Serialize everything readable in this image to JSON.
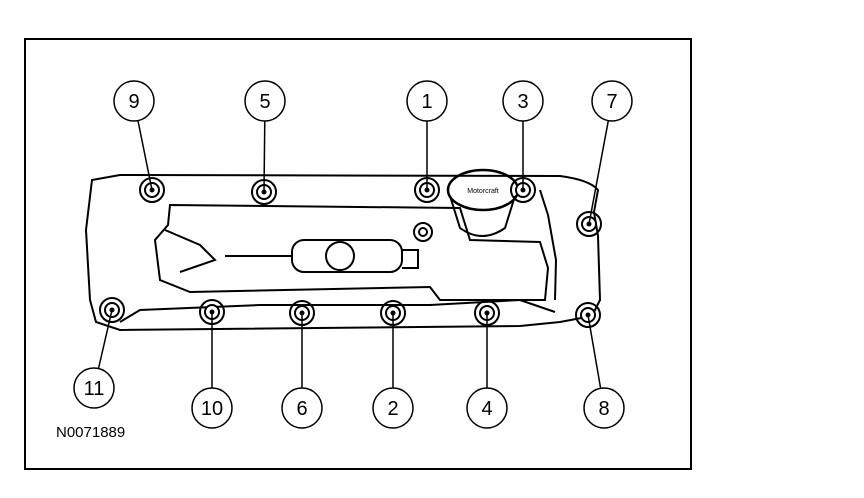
{
  "figure_id": "N0071889",
  "oil_cap_emblem": "Motorcraft",
  "bolts": [
    {
      "number": "1"
    },
    {
      "number": "2"
    },
    {
      "number": "3"
    },
    {
      "number": "4"
    },
    {
      "number": "5"
    },
    {
      "number": "6"
    },
    {
      "number": "7"
    },
    {
      "number": "8"
    },
    {
      "number": "9"
    },
    {
      "number": "10"
    },
    {
      "number": "11"
    }
  ],
  "colors": {
    "line": "#000000",
    "background": "#ffffff"
  }
}
